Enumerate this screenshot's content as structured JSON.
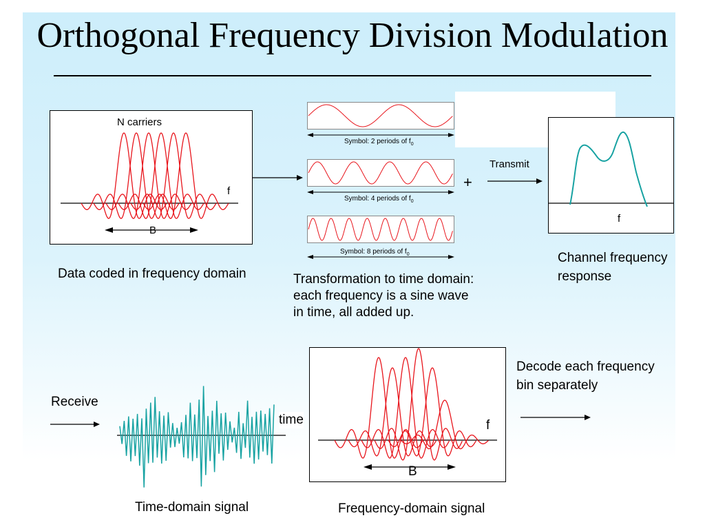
{
  "title": "Orthogonal Frequency Division Modulation",
  "freq_domain": {
    "carriers_label": "N carriers",
    "f_label": "f",
    "b_label": "B",
    "caption": "Data coded in frequency domain"
  },
  "symbols": [
    {
      "label": "Symbol: 2 periods of f",
      "sub": "0",
      "periods": 2
    },
    {
      "label": "Symbol: 4 periods of f",
      "sub": "0",
      "periods": 4
    },
    {
      "label": "Symbol: 8 periods of f",
      "sub": "0",
      "periods": 8
    }
  ],
  "transform_caption": [
    "Transformation to time domain:",
    "each frequency is a sine wave",
    "in time, all added up."
  ],
  "plus": "+",
  "transmit_label": "Transmit",
  "channel": {
    "f_label": "f",
    "caption": [
      "Channel frequency",
      "response"
    ]
  },
  "receive_label": "Receive",
  "time_label": "time",
  "time_signal_caption": "Time-domain signal",
  "freq_signal": {
    "f_label": "f",
    "b_label": "B",
    "caption": "Frequency-domain signal"
  },
  "decode_caption": [
    "Decode each frequency",
    "bin separately"
  ],
  "colors": {
    "carrier": "#e8141b",
    "channel": "#17a2a2",
    "signal": "#17a2a2"
  }
}
